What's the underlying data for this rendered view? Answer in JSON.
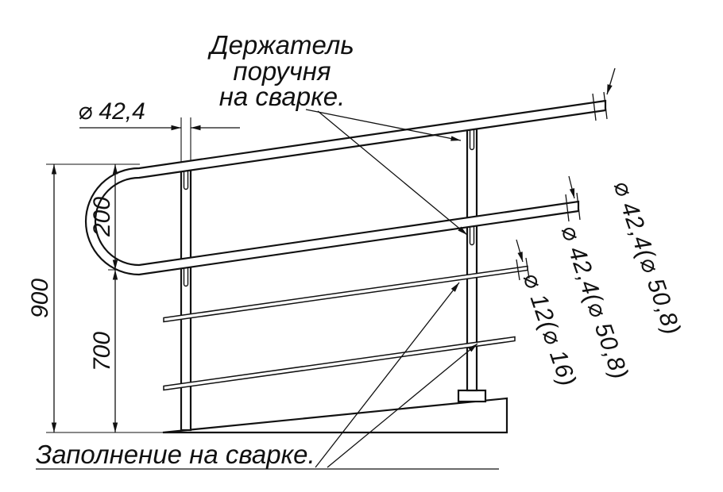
{
  "drawing": {
    "holder_note": {
      "line1": "Держатель",
      "line2": "поручня",
      "line3": "на сварке."
    },
    "infill_note": "Заполнение на сварке.",
    "dims": {
      "post_dia": "⌀ 42,4",
      "total_height": "900",
      "top_gap": "200",
      "bottom_gap": "700",
      "handrail_dia": "⌀ 42,4(⌀ 50,8)",
      "midrail_dia": "⌀ 42,4(⌀ 50,8)",
      "infill_dia": "⌀ 12(⌀ 16)"
    },
    "colors": {
      "ink": "#111111",
      "background": "#ffffff"
    }
  }
}
